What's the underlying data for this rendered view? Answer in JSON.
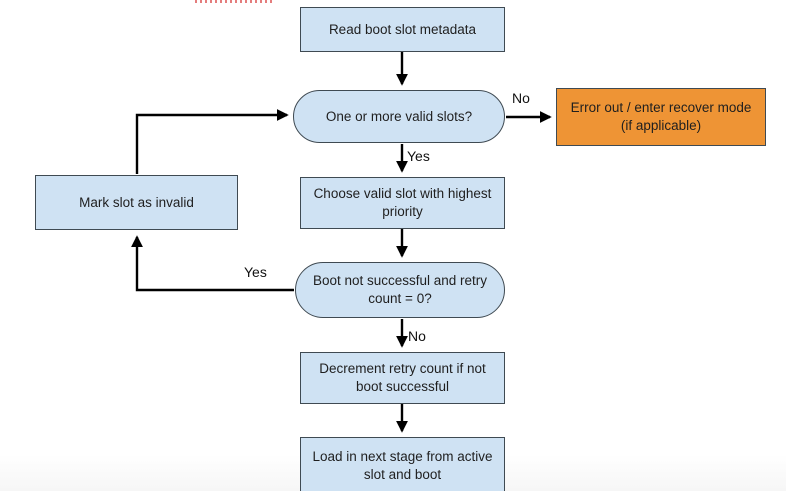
{
  "flowchart": {
    "nodes": {
      "read_metadata": {
        "label": "Read boot slot metadata",
        "shape": "process"
      },
      "valid_slots_decision": {
        "label": "One or more valid slots?",
        "shape": "decision"
      },
      "error_out": {
        "label": "Error out / enter recover mode (if applicable)",
        "shape": "error"
      },
      "choose_slot": {
        "label": "Choose valid slot with highest priority",
        "shape": "process"
      },
      "mark_invalid": {
        "label": "Mark slot as invalid",
        "shape": "process"
      },
      "boot_retry_decision": {
        "label": "Boot not successful and retry count = 0?",
        "shape": "decision"
      },
      "decrement_retry": {
        "label": "Decrement retry count if not boot successful",
        "shape": "process"
      },
      "load_next_stage": {
        "label": "Load in next stage from active slot and boot",
        "shape": "process"
      }
    },
    "edge_labels": {
      "no_to_error": "No",
      "yes_to_choose": "Yes",
      "yes_to_mark_invalid": "Yes",
      "no_to_decrement": "No"
    },
    "colors": {
      "node_fill_blue": "#cfe2f3",
      "node_fill_orange": "#ee9435",
      "node_border": "#3f4a52",
      "arrow": "#000000",
      "artifact_red": "#e06666"
    }
  }
}
